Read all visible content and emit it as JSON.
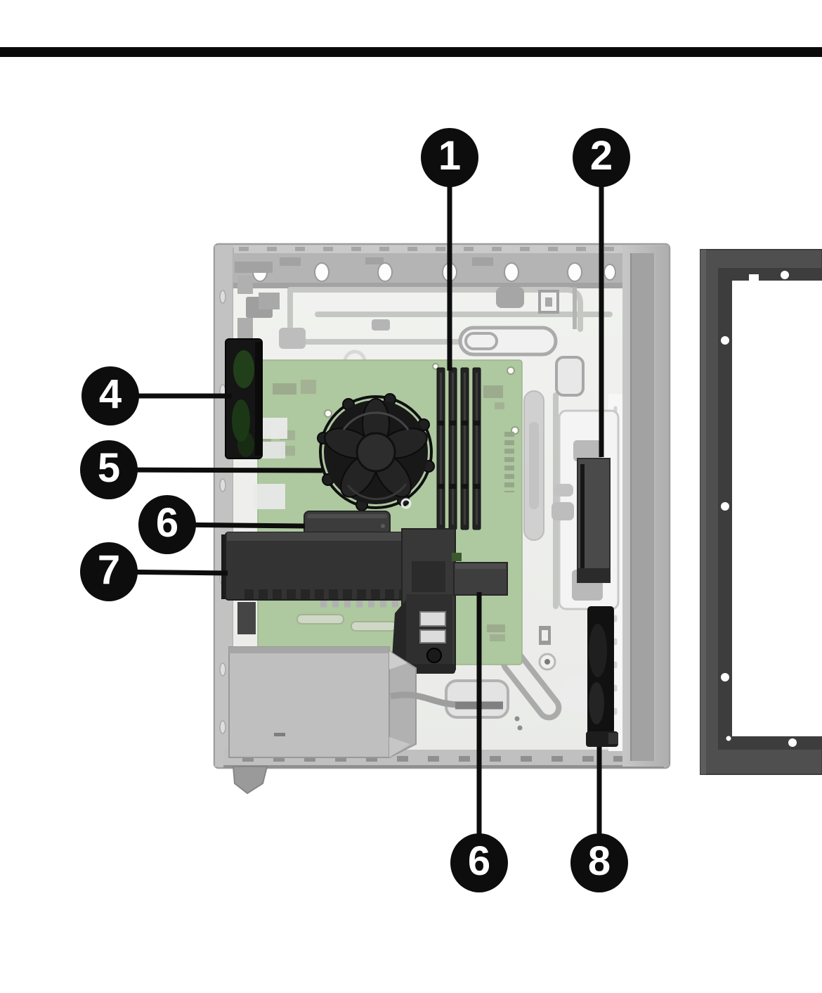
{
  "figure": {
    "kind": "hardware-service-illustration",
    "subject": "Desktop tower chassis interior with access panel removed",
    "background_color": "#ffffff",
    "top_rule_color": "#0a0a0a",
    "callout_style": {
      "badge_color": "#0d0d0d",
      "number_color": "#ffffff",
      "leader_color": "#0d0d0d"
    },
    "palette": {
      "chassis_frame": "#c9c9c9",
      "chassis_interior": "#eeefec",
      "motherboard_green": "#aec8a0",
      "dark_component": "#303030",
      "power_supply_gray": "#bfbfbf",
      "access_panel_gray": "#4f4f4f"
    },
    "callouts": [
      {
        "label": "1",
        "target": "memory-modules"
      },
      {
        "label": "2",
        "target": "drive-bay"
      },
      {
        "label": "4",
        "target": "rear-system-fan"
      },
      {
        "label": "5",
        "target": "cpu-heat-sink-fan-assembly"
      },
      {
        "label": "6",
        "target": "heat-sink-shield"
      },
      {
        "label": "7",
        "target": "expansion-card"
      },
      {
        "label": "6",
        "target": "card-support-bracket"
      },
      {
        "label": "8",
        "target": "front-fan"
      }
    ]
  }
}
